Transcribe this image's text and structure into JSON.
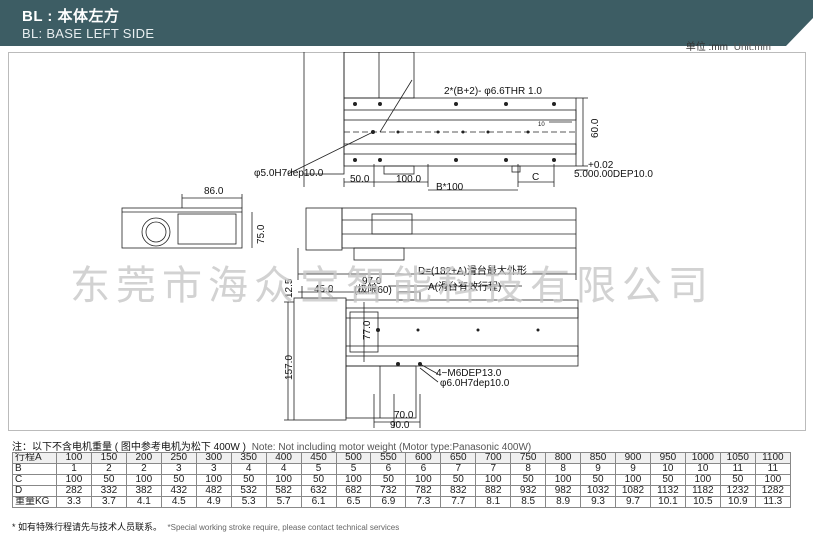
{
  "header": {
    "title_cn": "BL : 本体左方",
    "title_en": "BL: BASE LEFT SIDE",
    "bg_color": "#3d5d64"
  },
  "unit": {
    "label_cn": "单位 :mm",
    "label_en": "Unit:mm"
  },
  "drawing": {
    "top_view": {
      "hole_note": "2*(B+2)- φ6.6THR 1.0",
      "pin_hole": "φ5.0H7dep10.0",
      "dim_50": "50.0",
      "dim_100": "100.0",
      "dim_b100": "B*100",
      "dim_c": "C",
      "dim_60": "60.0",
      "dim_10": "10",
      "tolerance": "+0.02",
      "slot_note": "5.000.00DEP10.0"
    },
    "end_view": {
      "dim_86": "86.0",
      "dim_75": "75.0"
    },
    "front_view": {
      "dim_d": "D=(182+A)滑台最大外形",
      "dim_a": "A(滑台有效行程)"
    },
    "bottom_view": {
      "dim_97": "97.0",
      "dim_45": "45.0",
      "dim_60": "(极限60)",
      "dim_125": "12.5",
      "dim_77": "77.0",
      "dim_157": "157.0",
      "tap_note": "4−M6DEP13.0",
      "pin_note": "φ6.0H7dep10.0",
      "dim_70": "70.0",
      "dim_90": "90.0"
    }
  },
  "watermark": "东莞市海众宝智能科技有限公司",
  "note": {
    "cn": "注：以下不含电机重量 ( 图中参考电机为松下 400W )",
    "en": "Note: Not including motor weight (Motor type:Panasonic 400W)"
  },
  "table": {
    "rows": [
      {
        "label": "行程A",
        "values": [
          "100",
          "150",
          "200",
          "250",
          "300",
          "350",
          "400",
          "450",
          "500",
          "550",
          "600",
          "650",
          "700",
          "750",
          "800",
          "850",
          "900",
          "950",
          "1000",
          "1050",
          "1100"
        ]
      },
      {
        "label": "B",
        "values": [
          "1",
          "2",
          "2",
          "3",
          "3",
          "4",
          "4",
          "5",
          "5",
          "6",
          "6",
          "7",
          "7",
          "8",
          "8",
          "9",
          "9",
          "10",
          "10",
          "11",
          "11"
        ]
      },
      {
        "label": "C",
        "values": [
          "100",
          "50",
          "100",
          "50",
          "100",
          "50",
          "100",
          "50",
          "100",
          "50",
          "100",
          "50",
          "100",
          "50",
          "100",
          "50",
          "100",
          "50",
          "100",
          "50",
          "100"
        ]
      },
      {
        "label": "D",
        "values": [
          "282",
          "332",
          "382",
          "432",
          "482",
          "532",
          "582",
          "632",
          "682",
          "732",
          "782",
          "832",
          "882",
          "932",
          "982",
          "1032",
          "1082",
          "1132",
          "1182",
          "1232",
          "1282"
        ]
      },
      {
        "label": "重量KG",
        "values": [
          "3.3",
          "3.7",
          "4.1",
          "4.5",
          "4.9",
          "5.3",
          "5.7",
          "6.1",
          "6.5",
          "6.9",
          "7.3",
          "7.7",
          "8.1",
          "8.5",
          "8.9",
          "9.3",
          "9.7",
          "10.1",
          "10.5",
          "10.9",
          "11.3"
        ]
      }
    ]
  },
  "footnote": {
    "cn": "* 如有特殊行程请先与技术人员联系。",
    "en": "*Special working stroke require, please contact technical services"
  }
}
